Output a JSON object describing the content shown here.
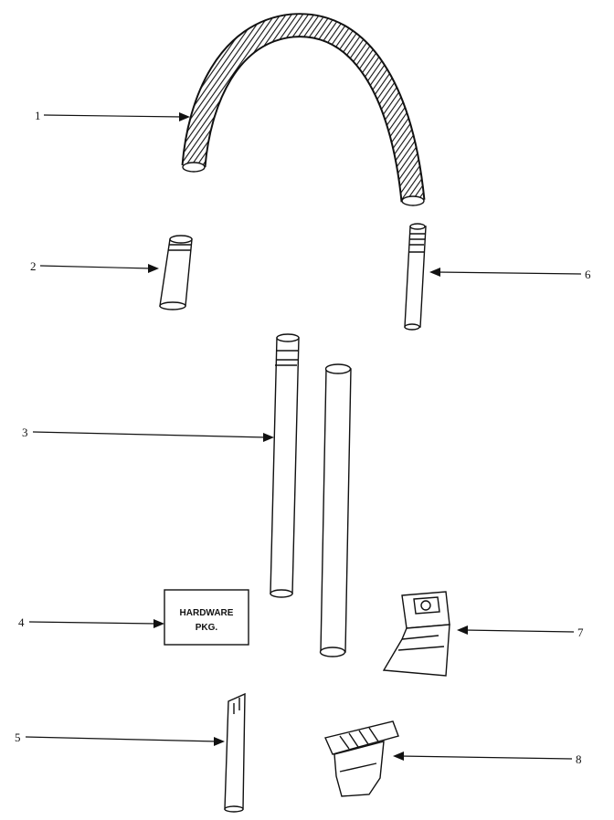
{
  "callouts": [
    {
      "id": "1",
      "label": "1"
    },
    {
      "id": "2",
      "label": "2"
    },
    {
      "id": "3",
      "label": "3"
    },
    {
      "id": "4",
      "label": "4"
    },
    {
      "id": "5",
      "label": "5"
    },
    {
      "id": "6",
      "label": "6"
    },
    {
      "id": "7",
      "label": "7"
    },
    {
      "id": "8",
      "label": "8"
    }
  ],
  "hardware_box": {
    "line1": "HARDWARE",
    "line2": "PKG."
  },
  "colors": {
    "ink": "#111111",
    "background": "#ffffff"
  }
}
